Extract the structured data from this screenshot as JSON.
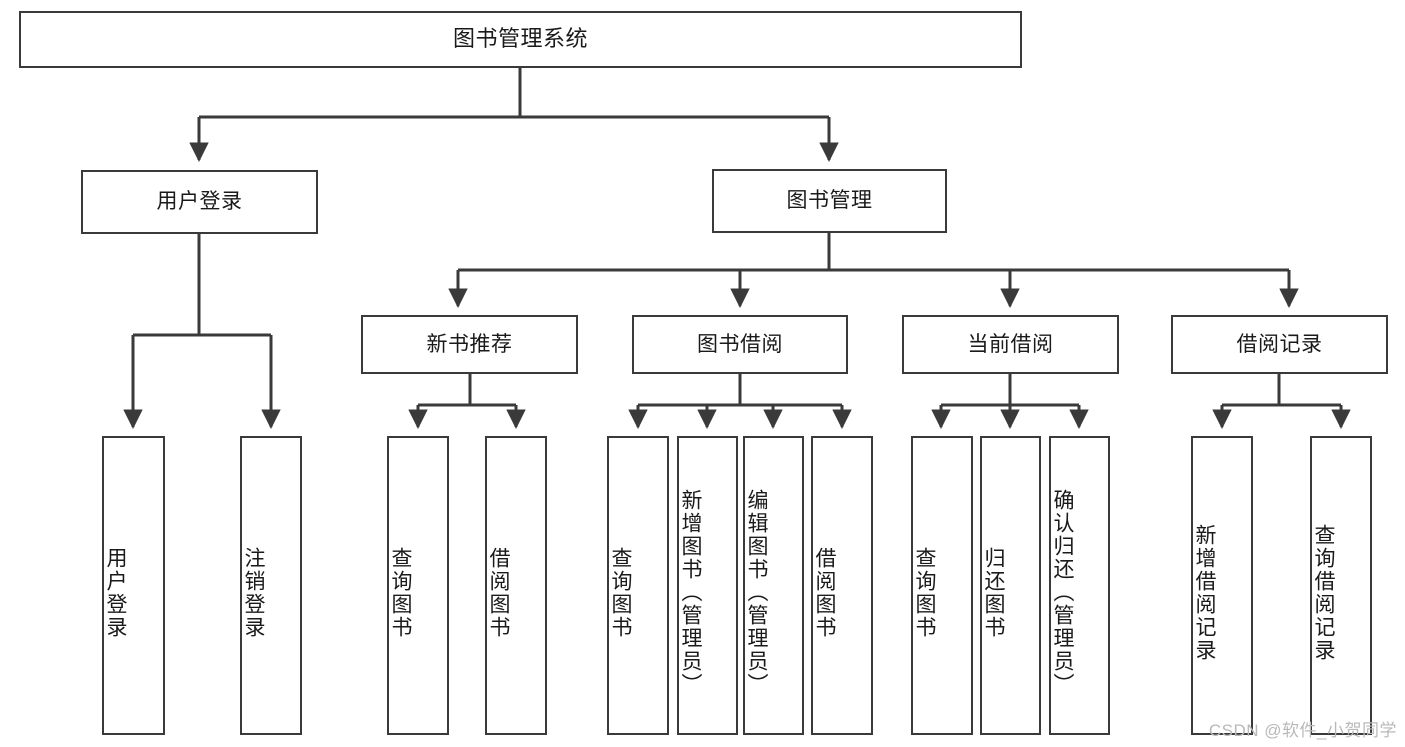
{
  "diagram": {
    "type": "tree-hierarchy-chart",
    "title": "图书管理系统",
    "watermark": "CSDN @软件_小贺同学",
    "colors": {
      "stroke": "#3a3a3a",
      "fill": "#ffffff",
      "text": "#1a1a1a",
      "watermark": "#b9b9b9"
    },
    "levels": {
      "root": {
        "label": "图书管理系统"
      },
      "level2": [
        {
          "id": "user-login",
          "label": "用户登录"
        },
        {
          "id": "book-manage",
          "label": "图书管理"
        }
      ],
      "level3": [
        {
          "id": "new-book-rec",
          "label": "新书推荐"
        },
        {
          "id": "book-borrow",
          "label": "图书借阅"
        },
        {
          "id": "current-borrow",
          "label": "当前借阅"
        },
        {
          "id": "borrow-record",
          "label": "借阅记录"
        }
      ],
      "leaves": {
        "user-login": [
          {
            "id": "leaf-user-login",
            "label": "用户登录"
          },
          {
            "id": "leaf-logout",
            "label": "注销登录"
          }
        ],
        "new-book-rec": [
          {
            "id": "leaf-query-book-1",
            "label": "查询图书"
          },
          {
            "id": "leaf-borrow-book-1",
            "label": "借阅图书"
          }
        ],
        "book-borrow": [
          {
            "id": "leaf-query-book-2",
            "label": "查询图书"
          },
          {
            "id": "leaf-add-book",
            "label": "新增图书（管理员）"
          },
          {
            "id": "leaf-edit-book",
            "label": "编辑图书（管理员）"
          },
          {
            "id": "leaf-borrow-book-2",
            "label": "借阅图书"
          }
        ],
        "current-borrow": [
          {
            "id": "leaf-query-book-3",
            "label": "查询图书"
          },
          {
            "id": "leaf-return-book",
            "label": "归还图书"
          },
          {
            "id": "leaf-confirm-return",
            "label": "确认归还（管理员）"
          }
        ],
        "borrow-record": [
          {
            "id": "leaf-add-record",
            "label": "新增借阅记录"
          },
          {
            "id": "leaf-query-record",
            "label": "查询借阅记录"
          }
        ]
      }
    }
  }
}
